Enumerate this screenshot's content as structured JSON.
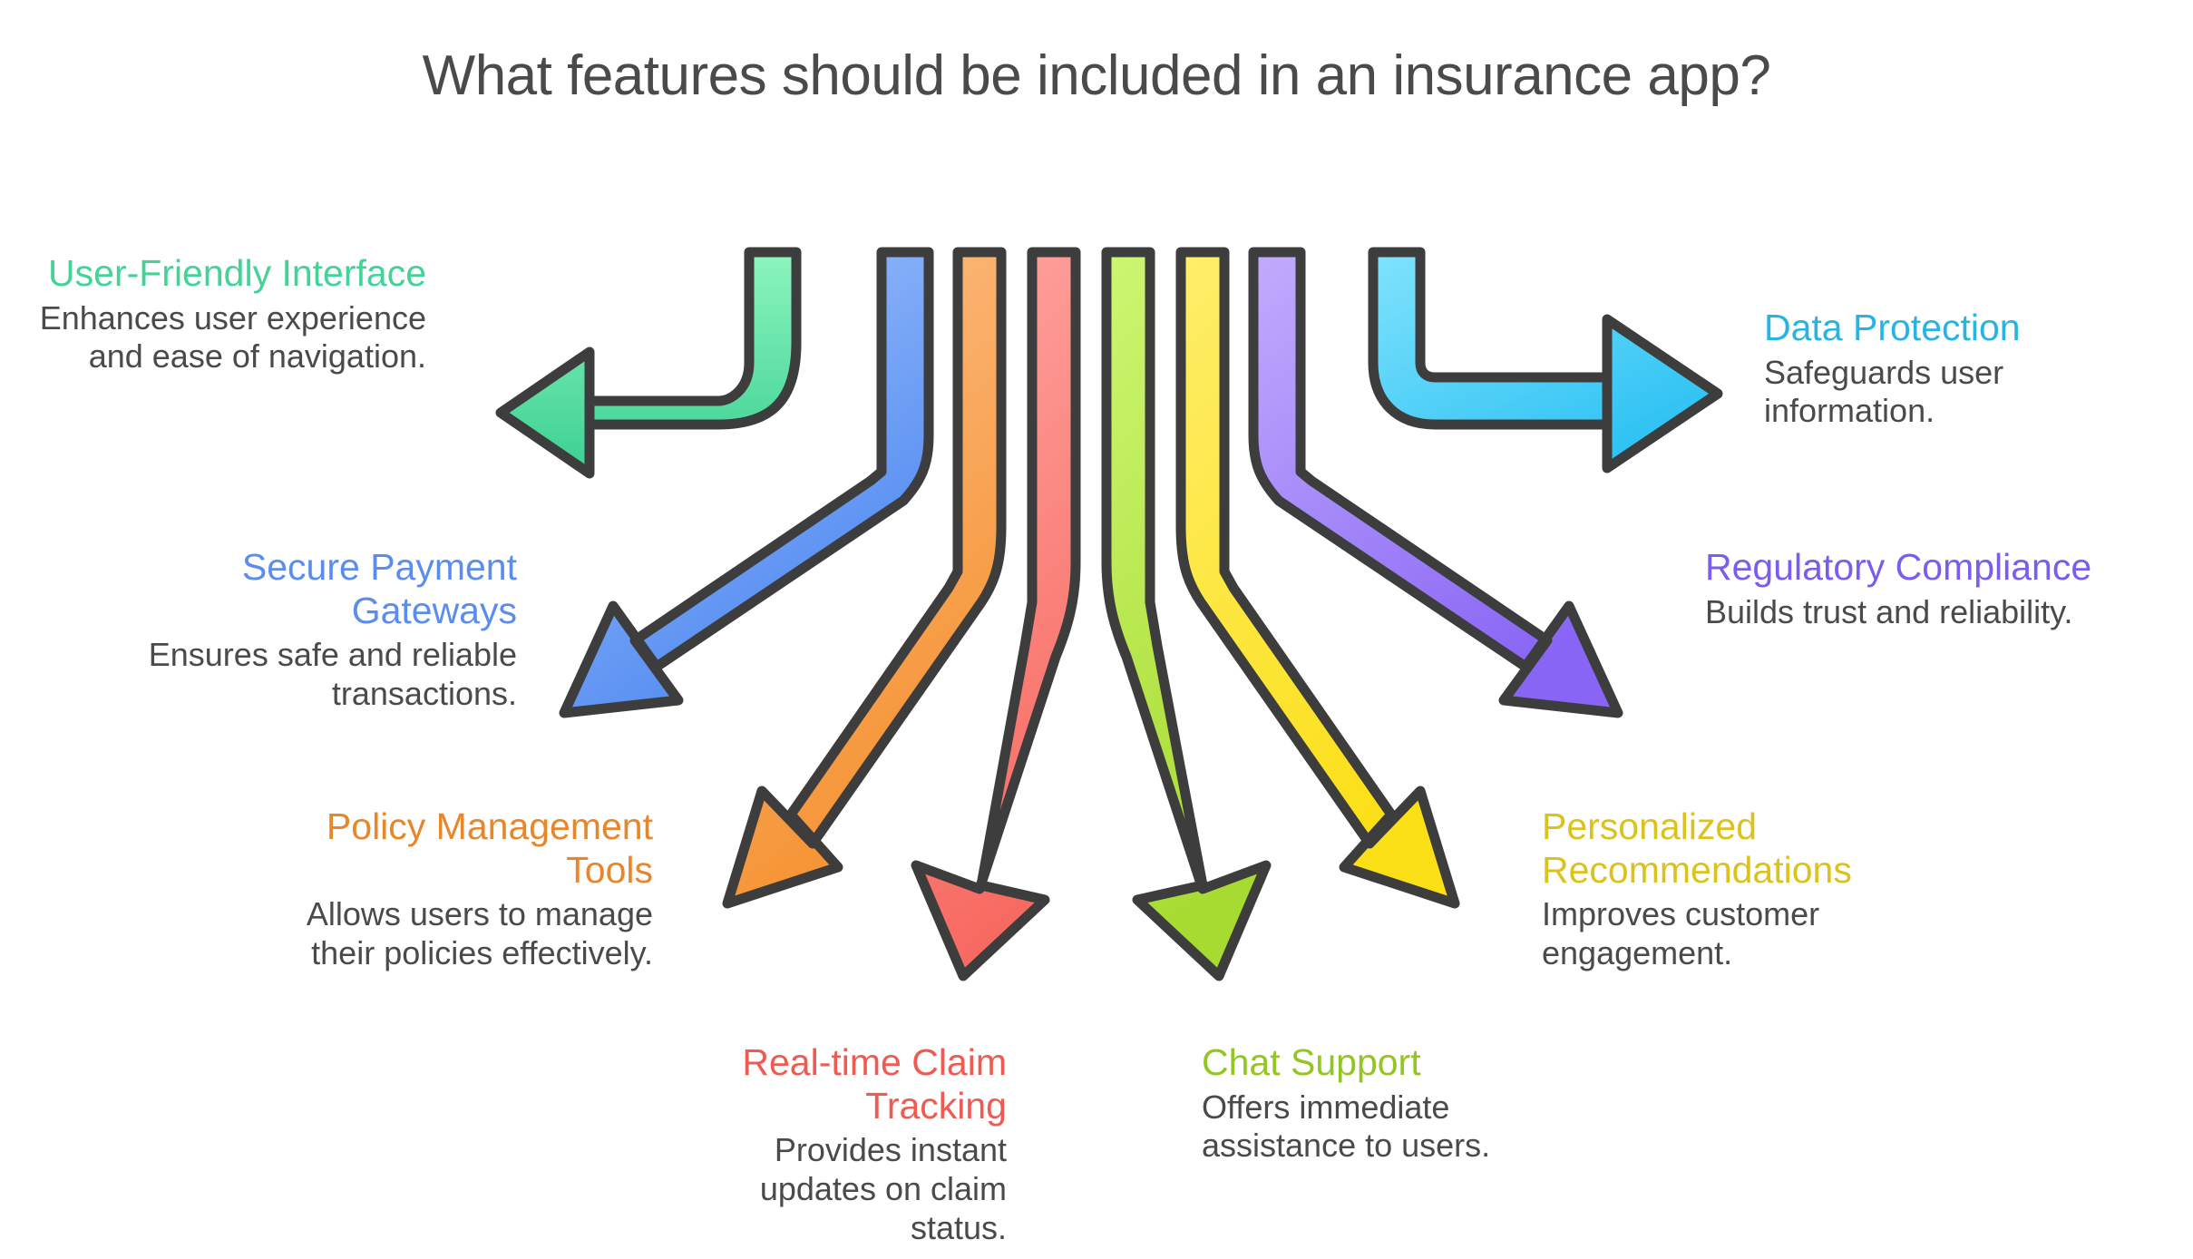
{
  "page": {
    "title": "What features should be included in an insurance app?",
    "background_color": "#ffffff",
    "body_text_color": "#4a4a4a",
    "stroke_color": "#3d3d3d"
  },
  "diagram": {
    "type": "fan-out-arrow-diagram",
    "branch_count": 8,
    "items": [
      {
        "id": "user-friendly-interface",
        "title": "User-Friendly Interface",
        "description": "Enhances user experience and ease of navigation.",
        "color": "#44D397",
        "ribbon_light": "#8DF5BE",
        "ribbon_dark": "#3BD093",
        "side": "left",
        "direction": "left",
        "align": "right"
      },
      {
        "id": "secure-payment-gateways",
        "title": "Secure Payment Gateways",
        "description": "Ensures safe and reliable transactions.",
        "color": "#5B8DEF",
        "ribbon_light": "#A6C6FD",
        "ribbon_dark": "#4E88F0",
        "side": "left",
        "direction": "down-left",
        "align": "right"
      },
      {
        "id": "policy-management-tools",
        "title": "Policy Management Tools",
        "description": "Allows users to manage their policies effectively.",
        "color": "#E8862A",
        "ribbon_light": "#FDC08A",
        "ribbon_dark": "#F59231",
        "side": "left",
        "direction": "down-left",
        "align": "right"
      },
      {
        "id": "real-time-claim-tracking",
        "title": "Real-time Claim Tracking",
        "description": "Provides instant updates on claim status.",
        "color": "#EE5B53",
        "ribbon_light": "#FFA6A3",
        "ribbon_dark": "#F76A61",
        "side": "bottom-left",
        "direction": "down",
        "align": "right"
      },
      {
        "id": "chat-support",
        "title": "Chat Support",
        "description": "Offers immediate assistance to users.",
        "color": "#94C623",
        "ribbon_light": "#CDF672",
        "ribbon_dark": "#A7DB31",
        "side": "bottom-right",
        "direction": "down",
        "align": "left"
      },
      {
        "id": "personalized-recommendations",
        "title": "Personalized Recommendations",
        "description": "Improves customer engagement.",
        "color": "#DCC21C",
        "ribbon_light": "#FFEE6B",
        "ribbon_dark": "#FBDF17",
        "side": "right",
        "direction": "down-right",
        "align": "left"
      },
      {
        "id": "regulatory-compliance",
        "title": "Regulatory Compliance",
        "description": "Builds trust and reliability.",
        "color": "#7A5CF0",
        "ribbon_light": "#C2ACFD",
        "ribbon_dark": "#8965F5",
        "side": "right",
        "direction": "down-right",
        "align": "left"
      },
      {
        "id": "data-protection",
        "title": "Data Protection",
        "description": "Safeguards user information.",
        "color": "#27B4E5",
        "ribbon_light": "#80E3FC",
        "ribbon_dark": "#31C3F4",
        "side": "right",
        "direction": "right",
        "align": "left"
      }
    ]
  }
}
